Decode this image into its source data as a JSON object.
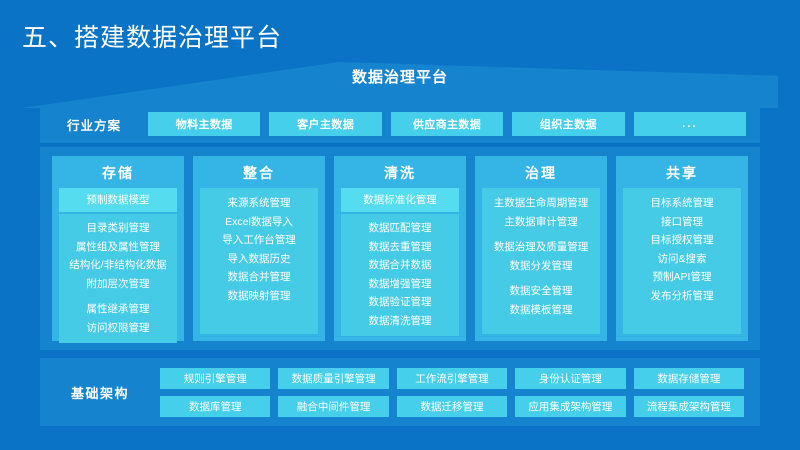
{
  "page": {
    "title": "五、搭建数据治理平台",
    "background_color": "#0a73c5",
    "panel_color": "#1683ce",
    "card_color": "#35b4e6",
    "card_body_color": "#46cbe7",
    "chip_color": "#45cfeb",
    "highlight_color": "#55dcee"
  },
  "platform": {
    "title": "数据治理平台"
  },
  "industry": {
    "label": "行业方案",
    "chips": [
      {
        "label": "物料主数据"
      },
      {
        "label": "客户主数据"
      },
      {
        "label": "供应商主数据"
      },
      {
        "label": "组织主数据"
      },
      {
        "label": "..."
      }
    ]
  },
  "columns": [
    {
      "title": "存储",
      "highlight": "预制数据模型",
      "items": [
        {
          "label": "目录类别管理",
          "spaced": false
        },
        {
          "label": "属性组及属性管理",
          "spaced": false
        },
        {
          "label": "结构化/非结构化数据",
          "spaced": false
        },
        {
          "label": "附加层次管理",
          "spaced": false
        },
        {
          "label": "属性继承管理",
          "spaced": true
        },
        {
          "label": "访问权限管理",
          "spaced": false
        }
      ]
    },
    {
      "title": "整合",
      "highlight": null,
      "items": [
        {
          "label": "来源系统管理",
          "spaced": false
        },
        {
          "label": "Excel数据导入",
          "spaced": false
        },
        {
          "label": "导入工作台管理",
          "spaced": false
        },
        {
          "label": "导入数据历史",
          "spaced": false
        },
        {
          "label": "数据合并管理",
          "spaced": false
        },
        {
          "label": "数据映射管理",
          "spaced": false
        }
      ]
    },
    {
      "title": "清洗",
      "highlight": "数据标准化管理",
      "items": [
        {
          "label": "数据匹配管理",
          "spaced": false
        },
        {
          "label": "数据去重管理",
          "spaced": false
        },
        {
          "label": "数据合并数据",
          "spaced": false
        },
        {
          "label": "数据增强管理",
          "spaced": false
        },
        {
          "label": "数据验证管理",
          "spaced": false
        },
        {
          "label": "数据清洗管理",
          "spaced": false
        }
      ]
    },
    {
      "title": "治理",
      "highlight": null,
      "items": [
        {
          "label": "主数据生命周期管理",
          "spaced": false
        },
        {
          "label": "主数据审计管理",
          "spaced": false
        },
        {
          "label": "数据治理及质量管理",
          "spaced": true
        },
        {
          "label": "数据分发管理",
          "spaced": false
        },
        {
          "label": "数据安全管理",
          "spaced": true
        },
        {
          "label": "数据模板管理",
          "spaced": false
        }
      ]
    },
    {
      "title": "共享",
      "highlight": null,
      "items": [
        {
          "label": "目标系统管理",
          "spaced": false
        },
        {
          "label": "接口管理",
          "spaced": false
        },
        {
          "label": "目标授权管理",
          "spaced": false
        },
        {
          "label": "访问&搜索",
          "spaced": false
        },
        {
          "label": "预制API管理",
          "spaced": false
        },
        {
          "label": "发布分析管理",
          "spaced": false
        }
      ]
    }
  ],
  "infrastructure": {
    "label": "基础架构",
    "rows": [
      [
        {
          "label": "规则引擎管理"
        },
        {
          "label": "数据质量引擎管理"
        },
        {
          "label": "工作流引擎管理"
        },
        {
          "label": "身份认证管理"
        },
        {
          "label": "数据存储管理"
        }
      ],
      [
        {
          "label": "数据库管理"
        },
        {
          "label": "融合中间件管理"
        },
        {
          "label": "数据迁移管理"
        },
        {
          "label": "应用集成架构管理"
        },
        {
          "label": "流程集成架构管理"
        }
      ]
    ]
  }
}
